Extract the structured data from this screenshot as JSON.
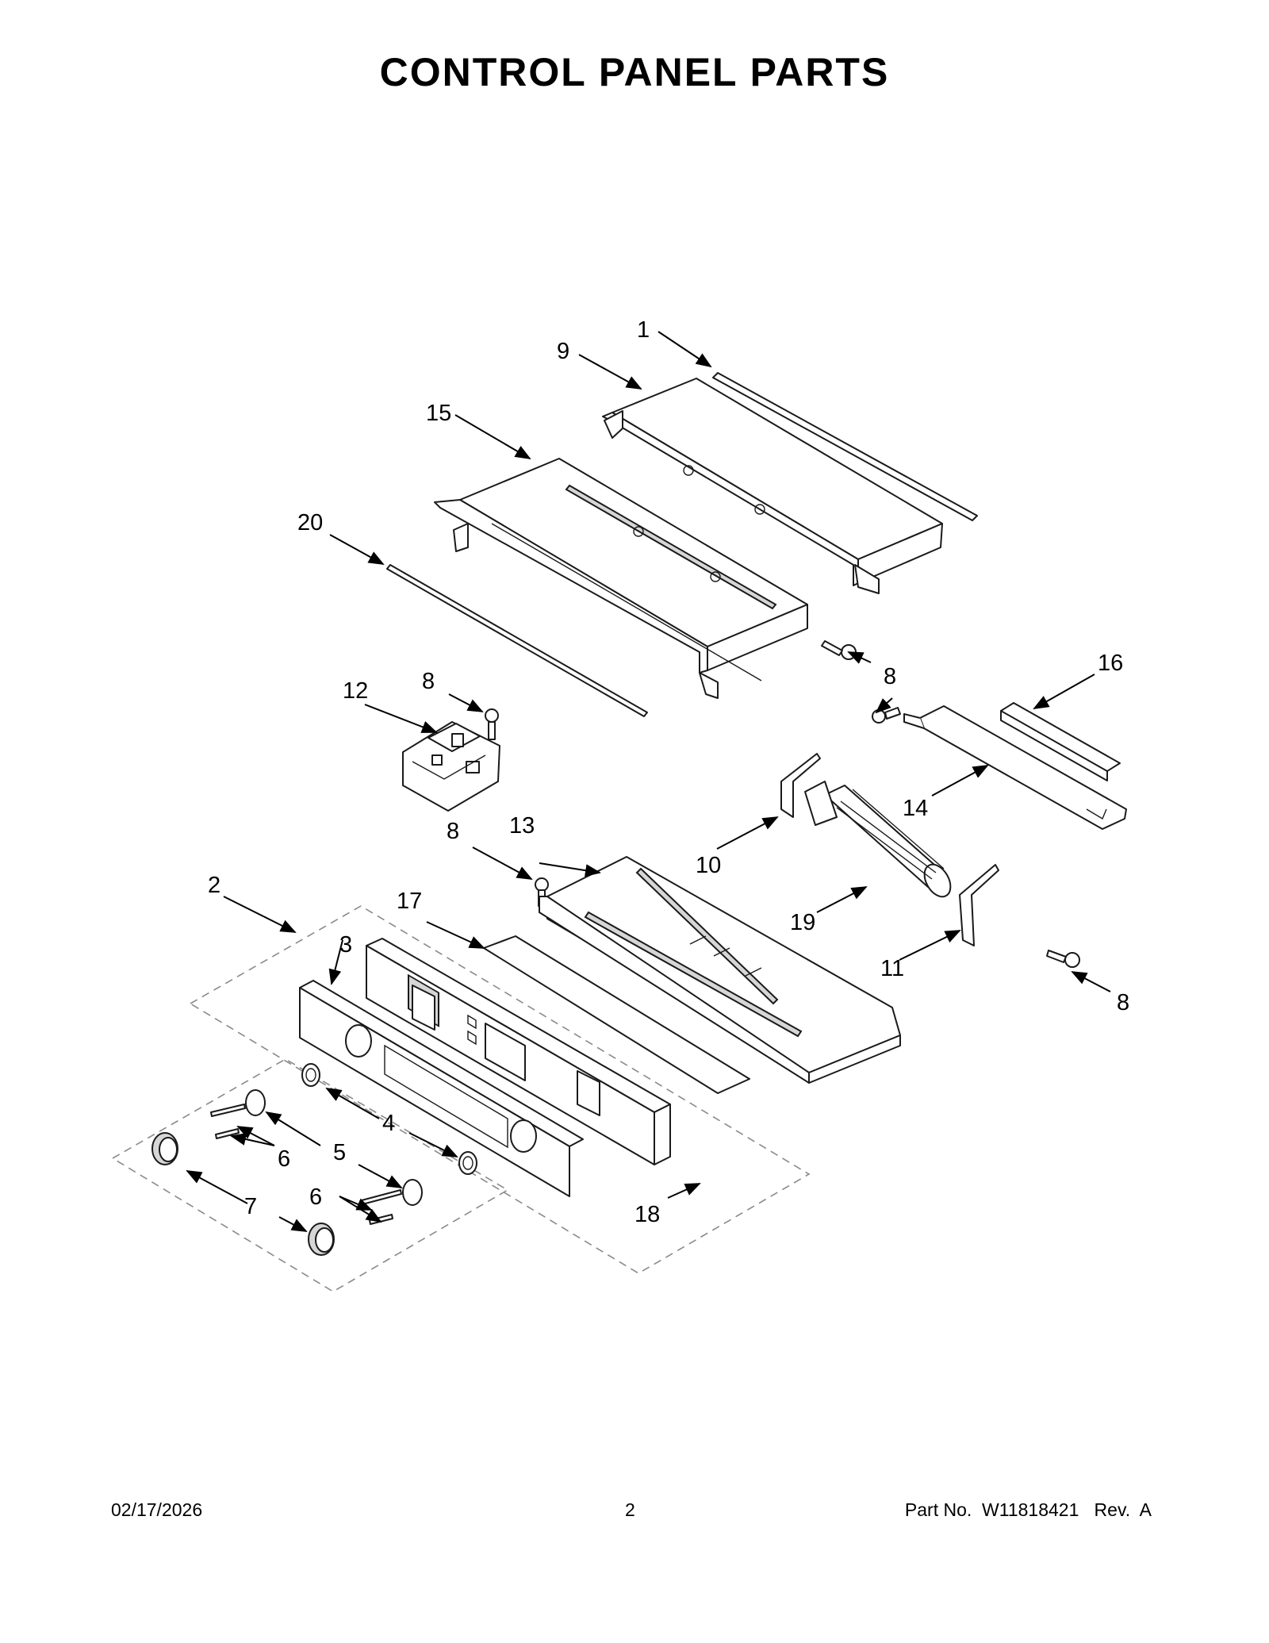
{
  "title": "CONTROL PANEL PARTS",
  "callouts": {
    "c1": "1",
    "c2": "2",
    "c3": "3",
    "c4": "4",
    "c5": "5",
    "c6a": "6",
    "c6b": "6",
    "c7": "7",
    "c8a": "8",
    "c8b": "8",
    "c8c": "8",
    "c8d": "8",
    "c9": "9",
    "c10": "10",
    "c11": "11",
    "c12": "12",
    "c13": "13",
    "c14": "14",
    "c15": "15",
    "c16": "16",
    "c17": "17",
    "c18": "18",
    "c19": "19",
    "c20": "20"
  },
  "footer": {
    "date": "02/17/2026",
    "page": "2",
    "part_number": "Part No.  W11818421   Rev.  A"
  }
}
